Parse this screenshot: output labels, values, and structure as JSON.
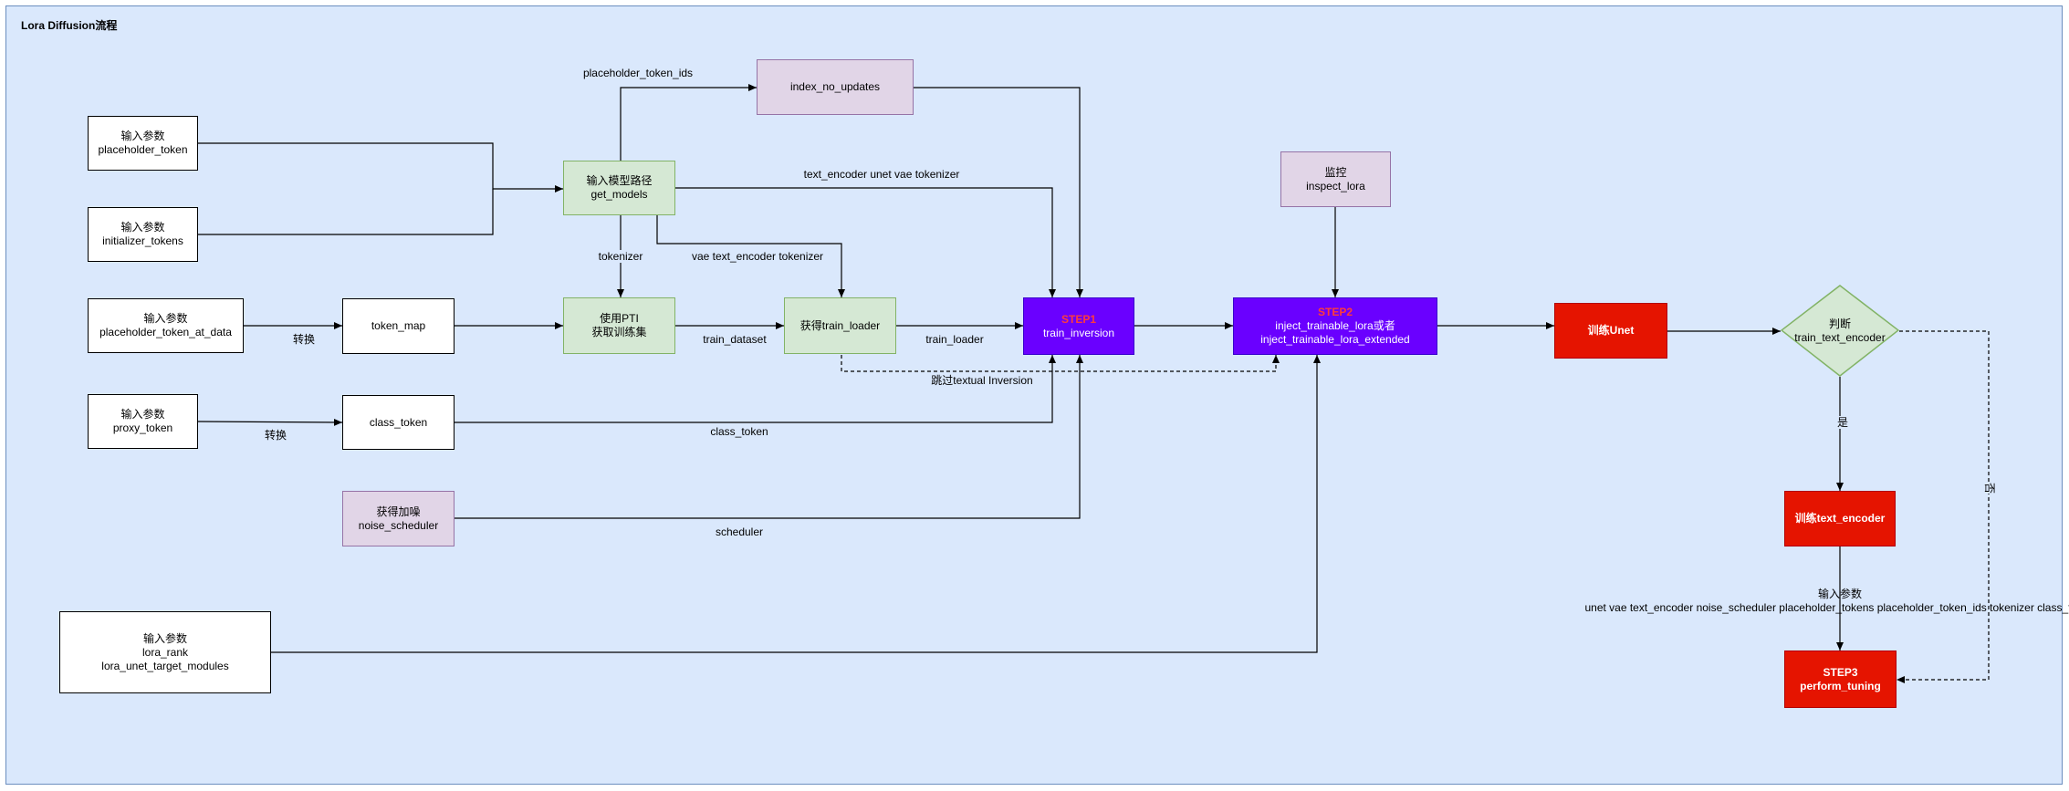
{
  "title": "Lora Diffusion流程",
  "nodes": {
    "in_placeholder_token": {
      "line1": "输入参数",
      "line2": "placeholder_token"
    },
    "in_initializer_tokens": {
      "line1": "输入参数",
      "line2": "initializer_tokens"
    },
    "in_placeholder_token_at_data": {
      "line1": "输入参数",
      "line2": "placeholder_token_at_data"
    },
    "in_proxy_token": {
      "line1": "输入参数",
      "line2": "proxy_token"
    },
    "in_lora": {
      "line1": "输入参数",
      "line2": "lora_rank",
      "line3": "lora_unet_target_modules"
    },
    "get_models": {
      "line1": "输入模型路径",
      "line2": "get_models"
    },
    "index_no_updates": {
      "line1": "index_no_updates"
    },
    "token_map": {
      "line1": "token_map"
    },
    "use_pti": {
      "line1": "使用PTI",
      "line2": "获取训练集"
    },
    "get_train_loader": {
      "line1": "获得train_loader"
    },
    "class_token": {
      "line1": "class_token"
    },
    "noise_scheduler": {
      "line1": "获得加噪",
      "line2": "noise_scheduler"
    },
    "step1": {
      "tag": "STEP1",
      "line1": "train_inversion"
    },
    "inspect_lora": {
      "line1": "监控",
      "line2": "inspect_lora"
    },
    "step2": {
      "tag": "STEP2",
      "line1": "inject_trainable_lora或者",
      "line2": "inject_trainable_lora_extended"
    },
    "train_unet": {
      "line1": "训练Unet"
    },
    "judge": {
      "line1": "判断",
      "line2": "train_text_encoder"
    },
    "train_text_encoder": {
      "line1": "训练text_encoder"
    },
    "step3": {
      "line1": "STEP3",
      "line2": "perform_tuning"
    }
  },
  "edge_labels": {
    "placeholder_token_ids": "placeholder_token_ids",
    "text_encoder_unet": "text_encoder unet vae tokenizer",
    "tokenizer": "tokenizer",
    "vae_text_encoder": "vae text_encoder tokenizer",
    "convert1": "转换",
    "train_dataset": "train_dataset",
    "train_loader": "train_loader",
    "skip_textual": "跳过textual Inversion",
    "convert2": "转换",
    "class_token": "class_token",
    "scheduler": "scheduler",
    "yes": "是",
    "no": "否",
    "step3_input_title": "输入参数",
    "step3_inputs": "unet vae text_encoder noise_scheduler placeholder_tokens placeholder_token_ids tokenizer class_token"
  },
  "colors": {
    "container_fill": "#dae8fc",
    "container_stroke": "#6c8ebf",
    "green_fill": "#d5e8d4",
    "purple_light_fill": "#e1d5e7",
    "violet_fill": "#6a00ff",
    "red_fill": "#e51400",
    "step_tag": "#ff3b3b"
  }
}
